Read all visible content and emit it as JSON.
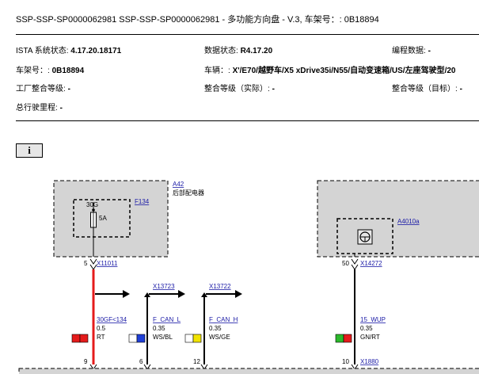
{
  "header": {
    "title": "SSP-SSP-SP0000062981 SSP-SSP-SP0000062981 - 多功能方向盘 - V.3, 车架号：: 0B18894"
  },
  "info": {
    "ista_label": "ISTA 系统状态: ",
    "ista_value": "4.17.20.18171",
    "data_label": "数据状态: ",
    "data_value": "R4.17.20",
    "prog_label": "编程数据: ",
    "prog_value": "-",
    "vin_label": "车架号：: ",
    "vin_value": "0B18894",
    "vehicle_label": "车辆：: ",
    "vehicle_value": "X'/E70/越野车/X5 xDrive35i/N55/自动变速箱/US/左座驾驶型/20",
    "factory_label": "工厂整合等级: ",
    "factory_value": "-",
    "level_actual_label": "整合等级（实际）: ",
    "level_actual_value": "-",
    "level_target_label": "整合等级（目标）: ",
    "level_target_value": "-",
    "mileage_label": "总行驶里程: ",
    "mileage_value": "-"
  },
  "info_button": {
    "label": "i"
  },
  "diagram": {
    "a42": {
      "id": "A42",
      "desc": "后部配电器"
    },
    "fuse": {
      "id": "F134",
      "terminal": "30G",
      "rating": "5A"
    },
    "a4010": {
      "id": "A4010a"
    },
    "connectors": {
      "x11011": {
        "pin": "5",
        "id": "X11011"
      },
      "x14272": {
        "pin": "50",
        "id": "X14272"
      },
      "x1880": {
        "pin": "10",
        "id": "X1880"
      },
      "pin9": "9",
      "pin6": "6",
      "pin12": "12"
    },
    "branches": {
      "x13723": "X13723",
      "x13722": "X13722"
    },
    "wires": [
      {
        "signal": "30GF<134",
        "size": "0.5",
        "color": "RT",
        "swatch": [
          "#e41b1b",
          "#e41b1b"
        ]
      },
      {
        "signal": "F_CAN_L",
        "size": "0.35",
        "color": "WS/BL",
        "swatch": [
          "#ffffff",
          "#1f3fd6"
        ]
      },
      {
        "signal": "F_CAN_H",
        "size": "0.35",
        "color": "WS/GE",
        "swatch": [
          "#ffffff",
          "#f1e300"
        ]
      },
      {
        "signal": "15_WUP",
        "size": "0.35",
        "color": "GN/RT",
        "swatch": [
          "#2bb82b",
          "#e41b1b"
        ]
      }
    ]
  }
}
